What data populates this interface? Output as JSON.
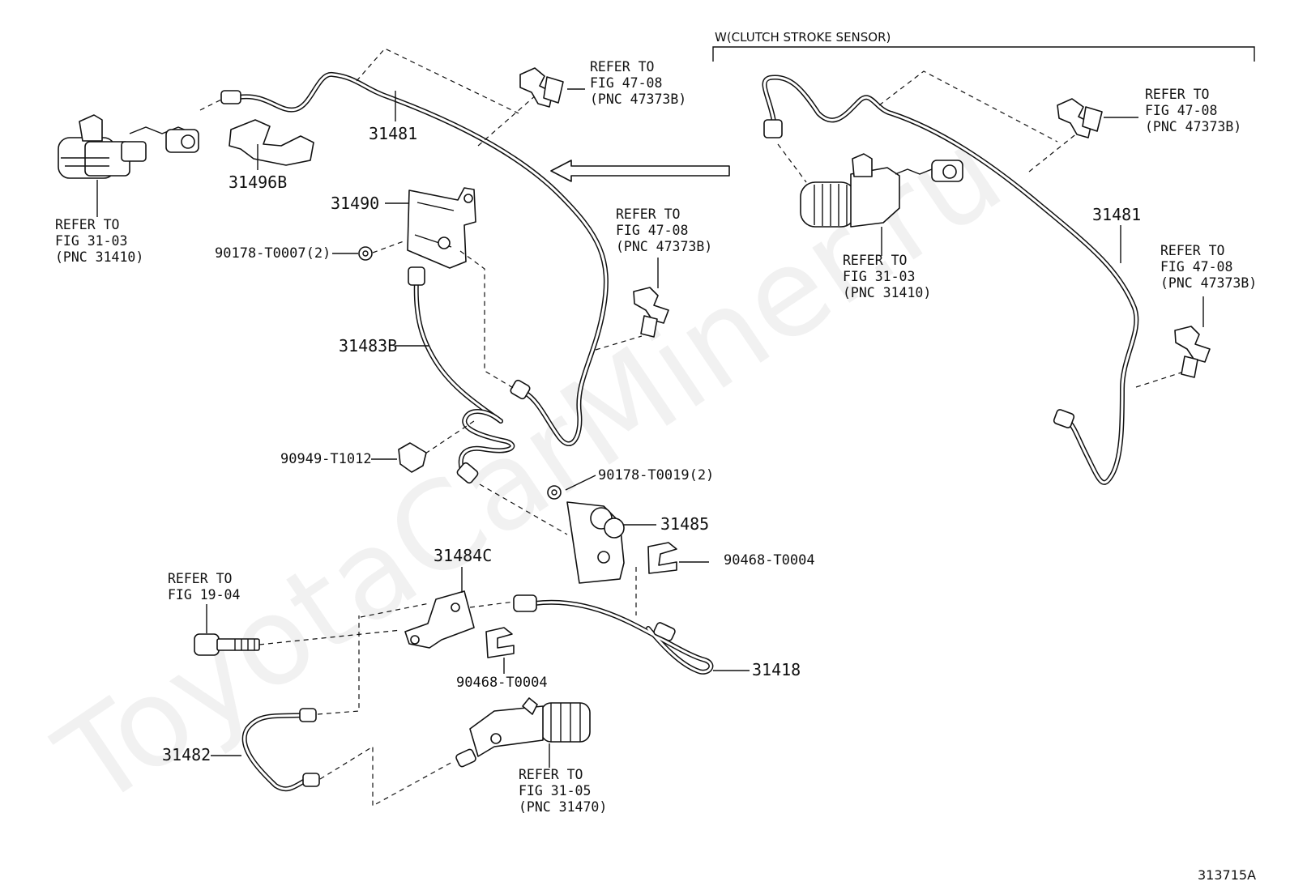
{
  "watermark": "ToyotaCarMiner.ru",
  "figure_code": "313715A",
  "section_header": "W(CLUTCH STROKE SENSOR)",
  "part_numbers": {
    "p31481_left": "31481",
    "p31481_right": "31481",
    "p31496B": "31496B",
    "p31490": "31490",
    "p90178_T0007": "90178-T0007(2)",
    "p31483B": "31483B",
    "p90949_T1012": "90949-T1012",
    "p90178_T0019": "90178-T0019(2)",
    "p31485": "31485",
    "p90468_T0004_a": "90468-T0004",
    "p31484C": "31484C",
    "p90468_T0004_b": "90468-T0004",
    "p31418": "31418",
    "p31482": "31482"
  },
  "references": {
    "ref_master_left": [
      "REFER TO",
      "FIG 31-03",
      "(PNC 31410)"
    ],
    "ref_clip_top": [
      "REFER TO",
      "FIG 47-08",
      "(PNC 47373B)"
    ],
    "ref_clip_mid": [
      "REFER TO",
      "FIG 47-08",
      "(PNC 47373B)"
    ],
    "ref_bolt": [
      "REFER TO",
      "FIG 19-04"
    ],
    "ref_release_cyl": [
      "REFER TO",
      "FIG 31-05",
      "(PNC 31470)"
    ],
    "ref_clip_right_top": [
      "REFER TO",
      "FIG 47-08",
      "(PNC 47373B)"
    ],
    "ref_master_right": [
      "REFER TO",
      "FIG 31-03",
      "(PNC 31410)"
    ],
    "ref_clip_right_mid": [
      "REFER TO",
      "FIG 47-08",
      "(PNC 47373B)"
    ]
  }
}
